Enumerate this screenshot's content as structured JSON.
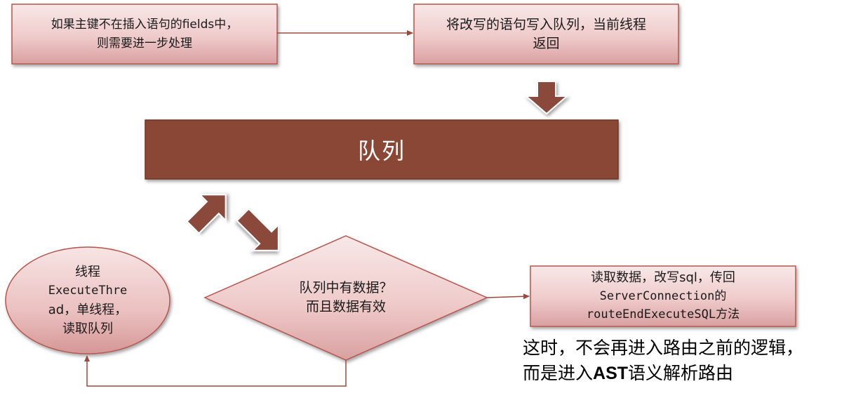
{
  "nodes": {
    "fields_check": {
      "line1": "如果主键不在插入语句的fields中，",
      "line2": "则需要进一步处理"
    },
    "enqueue": {
      "line1": "将改写的语句写入队列，当前线程",
      "line2": "返回"
    },
    "queue": {
      "label": "队列"
    },
    "thread": {
      "line1": "线程",
      "line2": "ExecuteThre",
      "line3": "ad，单线程，",
      "line4": "读取队列"
    },
    "decision": {
      "line1": "队列中有数据？",
      "line2": "而且数据有效"
    },
    "rewrite": {
      "line1": "读取数据，改写sql，传回",
      "line2": "ServerConnection的",
      "line3": "routeEndExecuteSQL方法"
    }
  },
  "note": {
    "line1": "这时，不会再进入路由之前的逻辑，",
    "line2_pre": "而是进入",
    "line2_bold": "AST",
    "line2_post": "语义解析路由"
  },
  "colors": {
    "box_fill_top": "#f7e6e6",
    "box_fill_bottom": "#d99a9a",
    "box_stroke": "#b4574e",
    "queue_fill": "#8b4634",
    "connector": "#9a4a3a",
    "block_arrow": "#8b4a3a"
  }
}
